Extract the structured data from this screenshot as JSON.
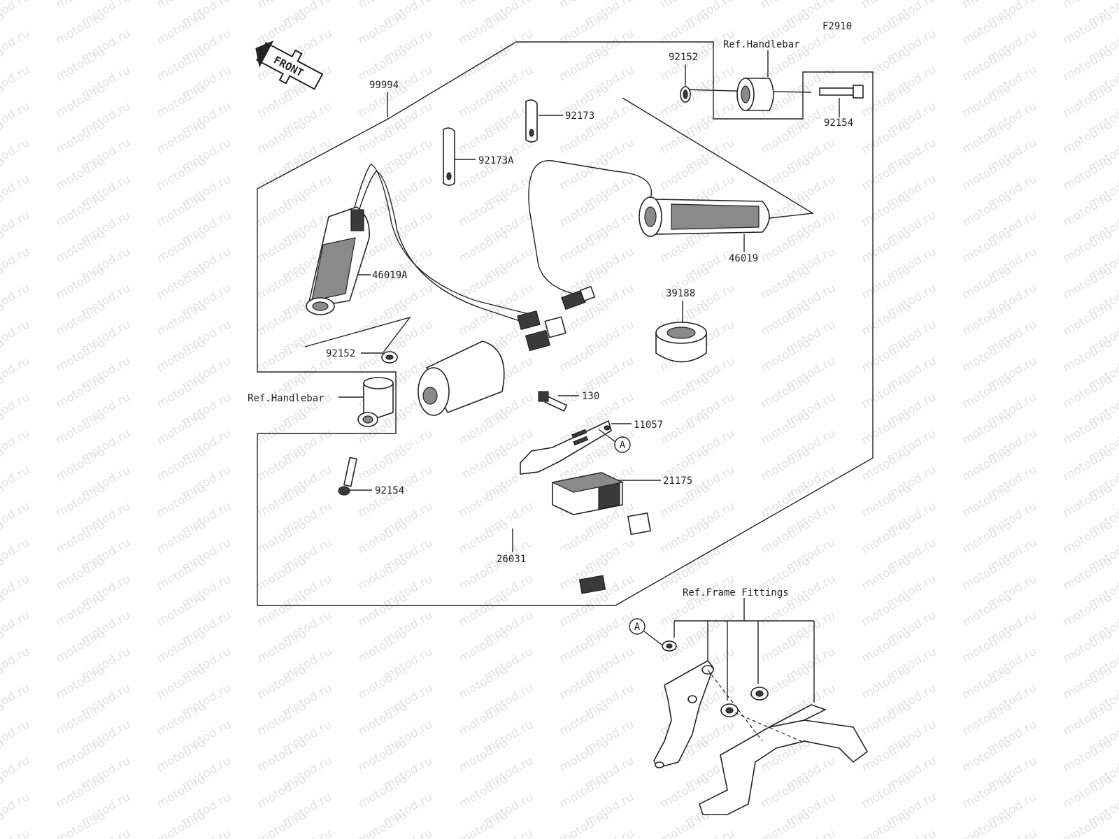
{
  "figure_code": "F2910",
  "watermark_text": "motod.ru",
  "front_arrow_label": "FRONT",
  "labels": {
    "p99994": "99994",
    "p92152_top": "92152",
    "ref_handlebar_top": "Ref.Handlebar",
    "p92173": "92173",
    "p92173a": "92173A",
    "p92154_top": "92154",
    "p46019a": "46019A",
    "p46019": "46019",
    "p39188": "39188",
    "p92152_left": "92152",
    "ref_handlebar_left": "Ref.Handlebar",
    "p130": "130",
    "p11057": "11057",
    "p21175": "21175",
    "p92154_left": "92154",
    "p26031": "26031",
    "ref_frame_fittings": "Ref.Frame Fittings"
  },
  "callouts": {
    "a_top": "A",
    "a_bottom": "A"
  },
  "colors": {
    "line": "#222222",
    "watermark": "#e2e2e2",
    "shade": "#8a8a8a",
    "background": "#ffffff"
  }
}
